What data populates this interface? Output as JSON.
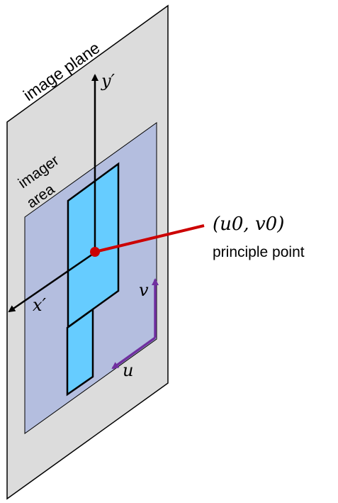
{
  "labels": {
    "image_plane": "image plane",
    "imager_line1": "imager",
    "imager_line2": "area",
    "y_axis": "y′",
    "x_axis": "x′",
    "v_axis": "v",
    "u_axis": "u",
    "principal_coord": "(u0, v0)",
    "principal_caption": "principle point"
  },
  "colors": {
    "image_plane_fill": "#dcdcdc",
    "imager_area_fill": "#b4bedf",
    "sensor_fill": "#66ccff",
    "principal_point": "#cc0000",
    "uv_axes": "#7030a0",
    "outline": "#000000"
  }
}
